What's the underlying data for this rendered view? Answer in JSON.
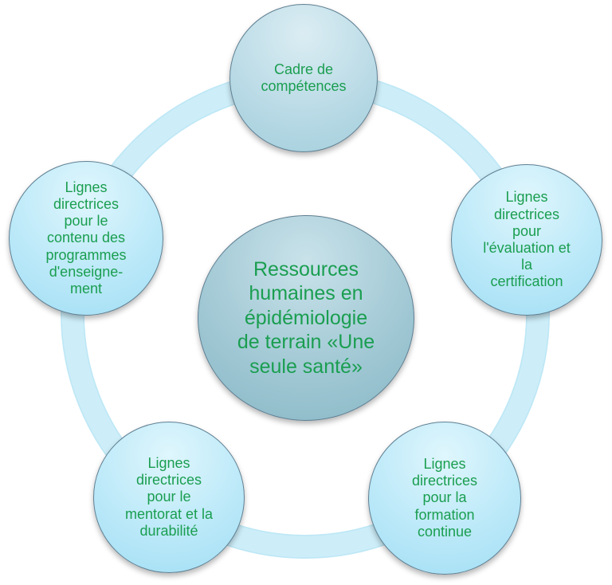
{
  "diagram": {
    "center": {
      "text": "Ressources\nhumaines en\népidémiologie\nde terrain «Une\nseule santé»"
    },
    "nodes": {
      "top": "Cadre de\ncompétences",
      "right": "Lignes\ndirectrices\npour\nl'évaluation et\nla\ncertification",
      "bottom_right": "Lignes\ndirectrices\npour la\nformation\ncontinue",
      "bottom_left": "Lignes\ndirectrices\npour le\nmentorat et la\ndurabilité",
      "left": "Lignes\ndirectrices\npour le\ncontenu des\nprogrammes\nd'enseigne-\nment"
    },
    "colors": {
      "text": "#1a9e50",
      "ring": "#cdeef9",
      "node_fill": "#b9e8f8",
      "center_fill": "#9fc7d3",
      "border": "#5f7f92"
    }
  }
}
